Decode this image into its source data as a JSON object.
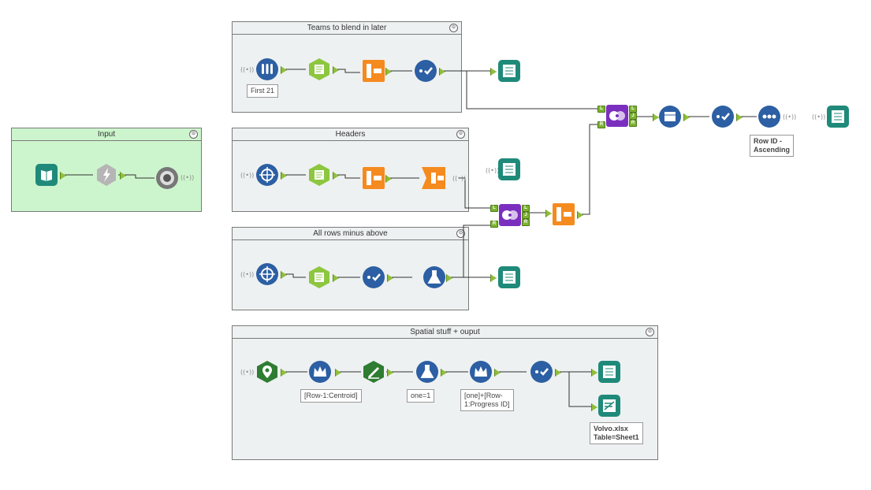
{
  "containers": {
    "input": {
      "title": "Input"
    },
    "teams": {
      "title": "Teams to blend in later"
    },
    "headers": {
      "title": "Headers"
    },
    "all_rows": {
      "title": "All rows minus above"
    },
    "spatial": {
      "title": "Spatial stuff + ouput"
    }
  },
  "collapse_glyph": "⊝",
  "annotations": {
    "first21": "First 21",
    "row_id": "Row ID -\nAscending",
    "row_centroid": "[Row-1:Centroid]",
    "one_eq_1": "one=1",
    "one_row_progress": "[one]+[Row-\n1:Progress ID]",
    "volvo_output": "Volvo.xlsx\nTable=Sheet1"
  },
  "anchor_labels": {
    "left": "L",
    "right": "R",
    "join": "J"
  },
  "connection_glyph": "((•))",
  "colors": {
    "blue_tool": "#2c5fa3",
    "green_tool": "#8dc63f",
    "orange_tool": "#f58a1f",
    "purple_tool": "#7b2fbf",
    "teal_tool": "#1f8a7a",
    "dark_green_tool": "#2e7d32",
    "gray_tool": "#9a9a9a",
    "container_bg": "#eef1f1",
    "input_container_bg": "#cdf5cd"
  }
}
